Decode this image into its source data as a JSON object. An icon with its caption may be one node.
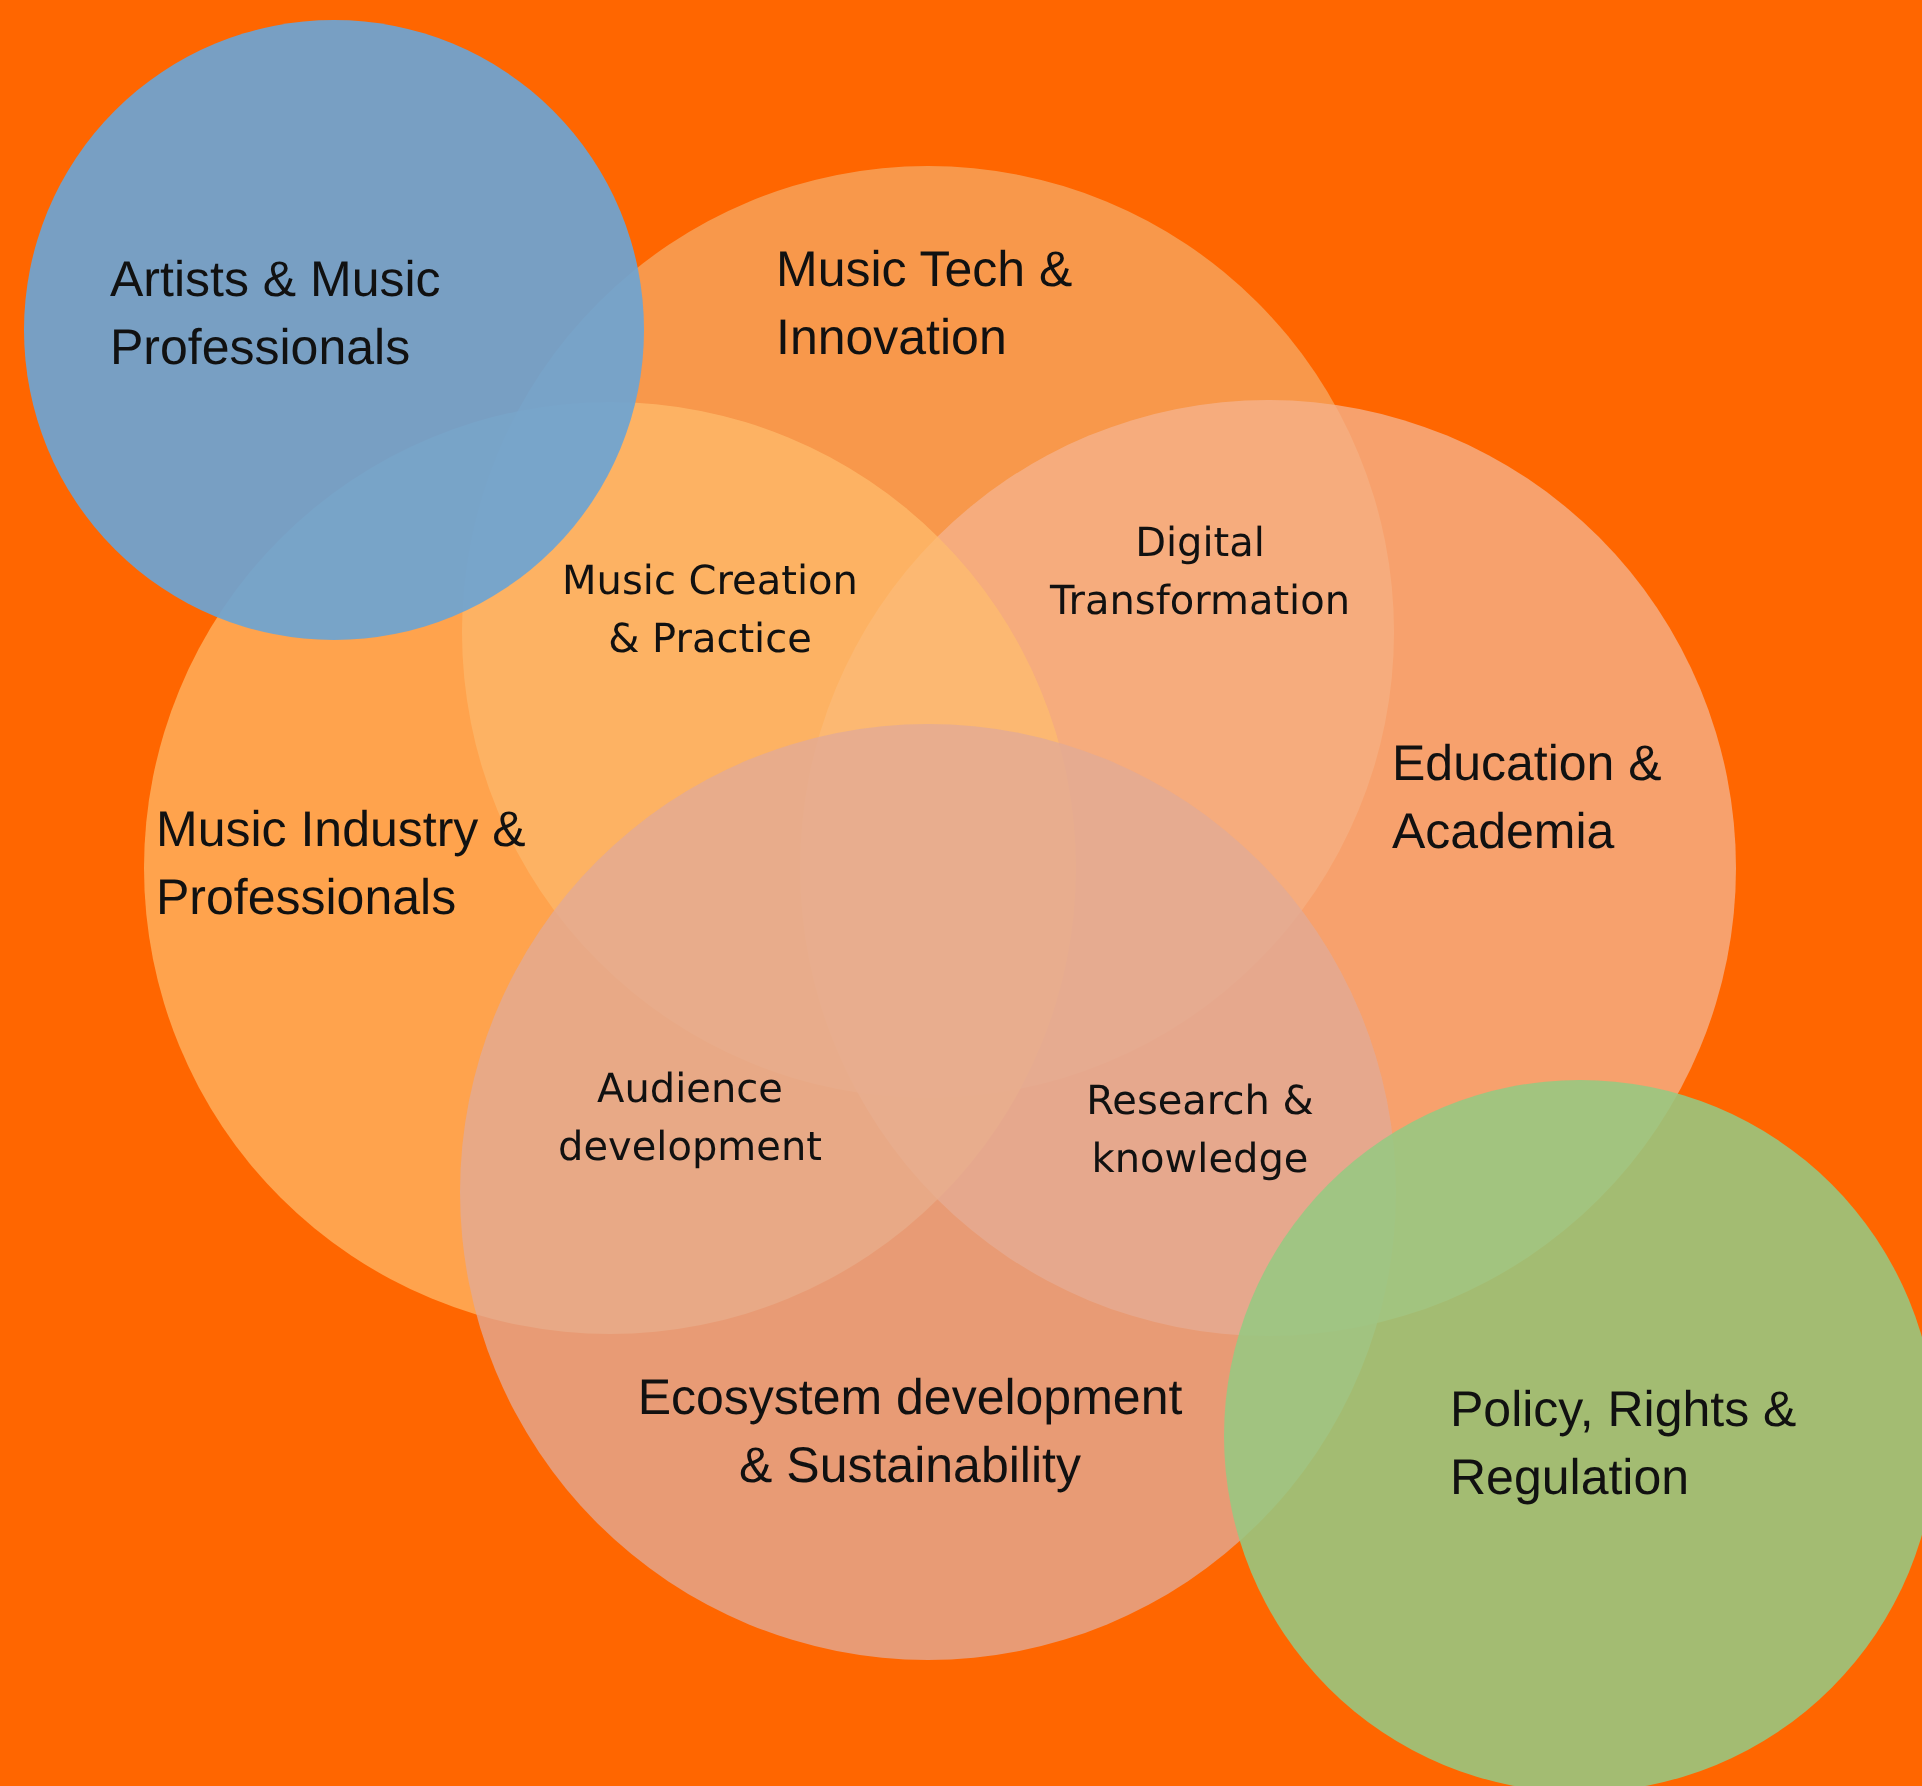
{
  "diagram": {
    "nodes": [
      {
        "text": [
          "Artists & Music Professionals"
        ]
      },
      {
        "text": [
          "Music Tech & Innovation"
        ]
      },
      {
        "text": [
          "Education & Academia"
        ]
      },
      {
        "text": [
          "Music Industry & Professionals"
        ]
      },
      {
        "text": [
          "Ecosystem development & Sustainability"
        ]
      },
      {
        "text": [
          "Policy, Rights & Regulation"
        ]
      }
    ],
    "labels": [
      "Music Creation & Practice",
      "Digital Transformation",
      "Audience development",
      "Research & knowledge"
    ]
  }
}
